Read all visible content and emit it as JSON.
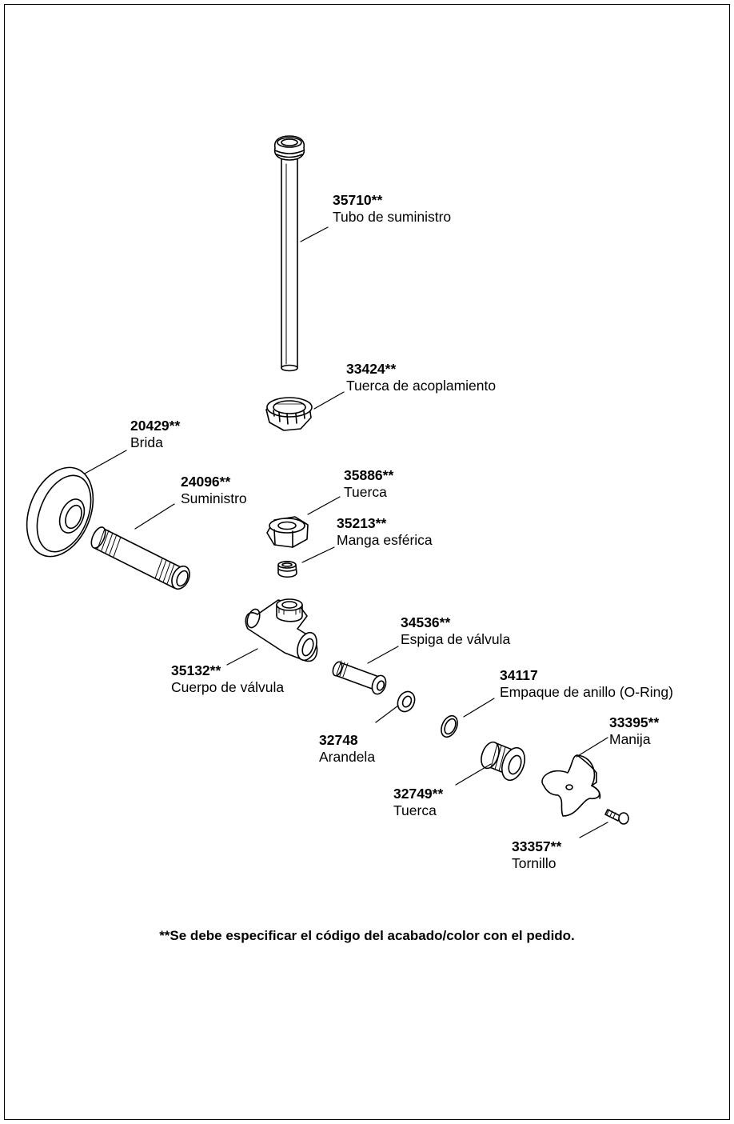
{
  "parts": [
    {
      "id": "supply-tube",
      "number": "35710**",
      "name": "Tubo de suministro"
    },
    {
      "id": "coupling-nut",
      "number": "33424**",
      "name": "Tuerca de acoplamiento"
    },
    {
      "id": "flange",
      "number": "20429**",
      "name": "Brida"
    },
    {
      "id": "supply",
      "number": "24096**",
      "name": "Suministro"
    },
    {
      "id": "nut",
      "number": "35886**",
      "name": "Tuerca"
    },
    {
      "id": "ball-sleeve",
      "number": "35213**",
      "name": "Manga esférica"
    },
    {
      "id": "valve-stem",
      "number": "34536**",
      "name": "Espiga de válvula"
    },
    {
      "id": "valve-body",
      "number": "35132**",
      "name": "Cuerpo de válvula"
    },
    {
      "id": "o-ring",
      "number": "34117",
      "name": "Empaque de anillo (O-Ring)"
    },
    {
      "id": "handle",
      "number": "33395**",
      "name": "Manija"
    },
    {
      "id": "washer",
      "number": "32748",
      "name": "Arandela"
    },
    {
      "id": "bonnet-nut",
      "number": "32749**",
      "name": "Tuerca"
    },
    {
      "id": "screw",
      "number": "33357**",
      "name": "Tornillo"
    }
  ],
  "footnote": "**Se debe especificar el código del acabado/color con el pedido."
}
